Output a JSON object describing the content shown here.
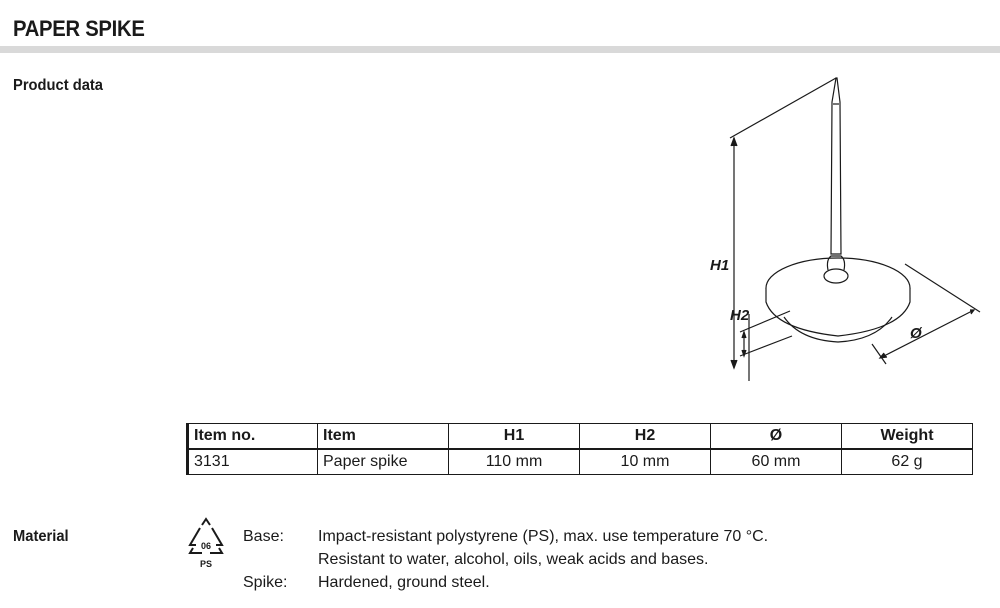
{
  "header": {
    "title": "PAPER SPIKE"
  },
  "product_data": {
    "heading": "Product data"
  },
  "illustration": {
    "labels": {
      "h1": "H1",
      "h2": "H2",
      "diameter": "Ø"
    }
  },
  "table": {
    "headers": [
      "Item no.",
      "Item",
      "H1",
      "H2",
      "Ø",
      "Weight"
    ],
    "rows": [
      [
        "3131",
        "Paper spike",
        "110 mm",
        "10 mm",
        "60 mm",
        "62 g"
      ]
    ]
  },
  "material": {
    "heading": "Material",
    "recycle_code": "06",
    "recycle_label": "PS",
    "base_label": "Base:",
    "base_line1": "Impact-resistant polystyrene (PS), max. use temperature 70 °C.",
    "base_line2": "Resistant to water, alcohol, oils, weak acids and bases.",
    "spike_label": "Spike:",
    "spike_text": "Hardened, ground steel."
  }
}
